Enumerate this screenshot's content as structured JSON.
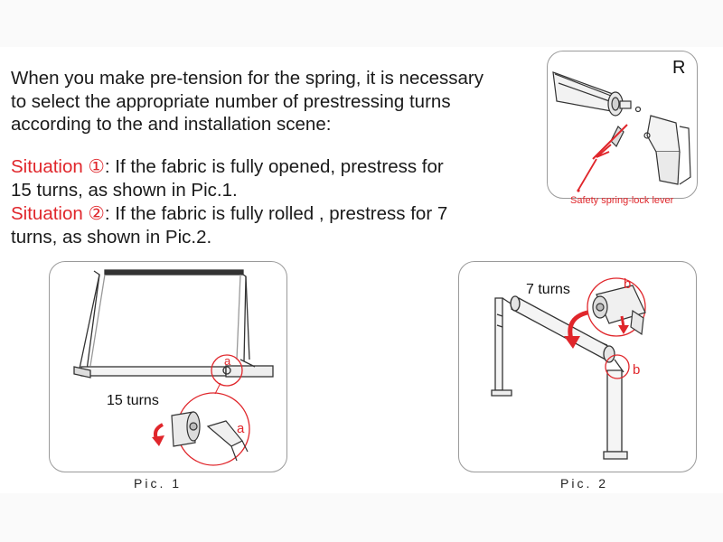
{
  "intro": {
    "line1": "When you make pre-tension for the spring, it is necessary",
    "line2": "to select the appropriate number of prestressing turns",
    "line3": "according to the and installation scene:"
  },
  "situation1": {
    "label": "Situation ①",
    "text_line1": ": If the fabric is fully opened, prestress for",
    "text_line2": "15 turns, as shown in Pic.1."
  },
  "situation2": {
    "label": "Situation ②",
    "text_line1": ": If the fabric is fully rolled , prestress for 7",
    "text_line2": "turns, as shown in Pic.2."
  },
  "detail_r": {
    "letter": "R",
    "caption": "Safety spring-lock lever"
  },
  "pic1": {
    "caption": "Pic. 1",
    "turns_label": "15 turns",
    "marker_small": "a",
    "marker_large": "a"
  },
  "pic2": {
    "caption": "Pic. 2",
    "turns_label": "7 turns",
    "marker_top": "b",
    "marker_side": "b"
  },
  "colors": {
    "accent_red": "#e0262b",
    "outline": "#9a9a9a",
    "text": "#1a1a1a"
  }
}
